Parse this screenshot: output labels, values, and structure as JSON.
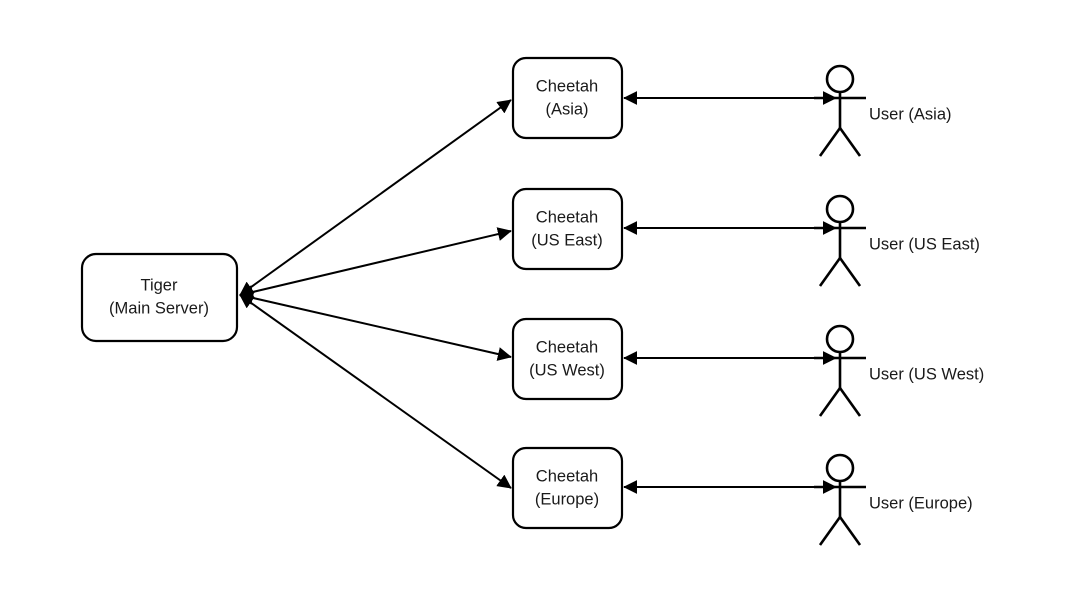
{
  "diagram": {
    "type": "architecture-diagram",
    "background_color": "#ffffff",
    "stroke_color": "#000000",
    "text_color": "#1a1a1a",
    "main_server": {
      "line1": "Tiger",
      "line2": "(Main Server)"
    },
    "edges": {
      "server_to_edge_node": "bidirectional",
      "edge_node_to_user": "bidirectional"
    },
    "rows": [
      {
        "region": "Asia",
        "node_line1": "Cheetah",
        "node_line2": "(Asia)",
        "user_label": "User (Asia)"
      },
      {
        "region": "US East",
        "node_line1": "Cheetah",
        "node_line2": "(US East)",
        "user_label": "User (US East)"
      },
      {
        "region": "US West",
        "node_line1": "Cheetah",
        "node_line2": "(US West)",
        "user_label": "User (US West)"
      },
      {
        "region": "Europe",
        "node_line1": "Cheetah",
        "node_line2": "(Europe)",
        "user_label": "User (Europe)"
      }
    ]
  }
}
